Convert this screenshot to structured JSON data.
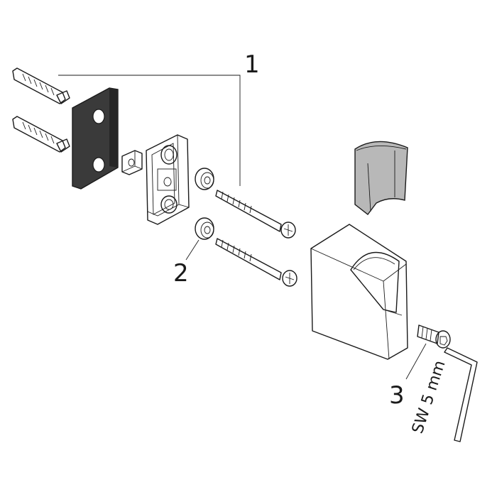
{
  "callouts": {
    "label_1": "1",
    "label_2": "2",
    "label_3": "3",
    "wrench_size": "SW 5 mm"
  },
  "colors": {
    "line": "#1a1a1a",
    "dark_plate": "#3a3a3a",
    "sleeve": "#b8b8b8",
    "bracket": "#ffffff"
  }
}
